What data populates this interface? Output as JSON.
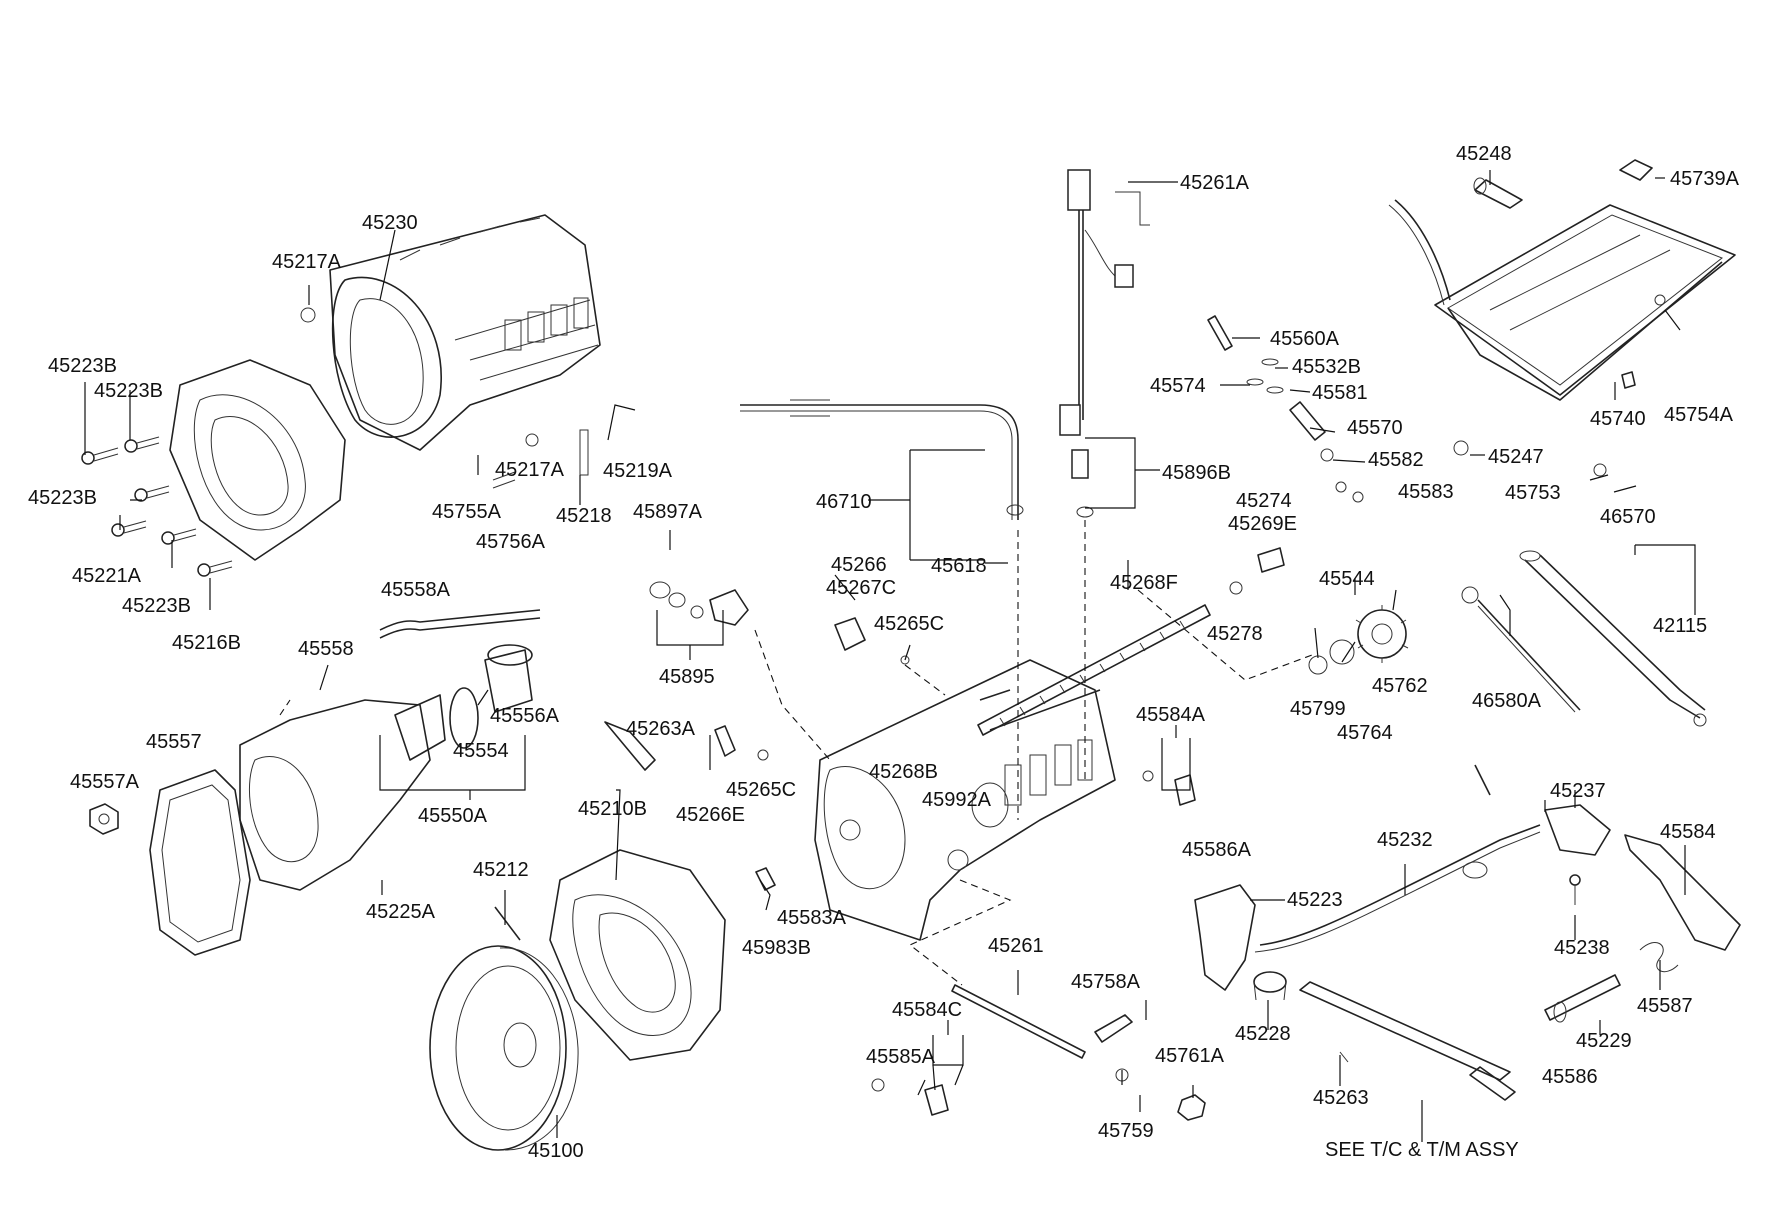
{
  "diagram": {
    "footnote": "SEE T/C & T/M ASSY",
    "part_labels": [
      "45261A",
      "45248",
      "45739A",
      "45230",
      "45217A",
      "45223B",
      "45560A",
      "45532B",
      "45574",
      "45581",
      "45570",
      "45740",
      "45754A",
      "45582",
      "45247",
      "45583",
      "45753",
      "45219A",
      "45755A",
      "45218",
      "45756A",
      "46710",
      "45896B",
      "45897A",
      "45274",
      "45269E",
      "45221A",
      "45266",
      "45267C",
      "45618",
      "45268F",
      "45544",
      "46570",
      "42115",
      "45216B",
      "45558A",
      "45278",
      "45265C",
      "45895",
      "45558",
      "45556A",
      "45799",
      "45762",
      "46580A",
      "45764",
      "45584A",
      "45554",
      "45557",
      "45263A",
      "45266E",
      "45268B",
      "45237",
      "45992A",
      "45557A",
      "45550A",
      "45210B",
      "45586A",
      "45584",
      "45232",
      "45212",
      "45223",
      "45983B",
      "45225A",
      "45238",
      "45261",
      "45587",
      "45584C",
      "45758A",
      "45228",
      "45229",
      "45585A",
      "45761A",
      "45586",
      "45263",
      "45759",
      "45100"
    ]
  }
}
